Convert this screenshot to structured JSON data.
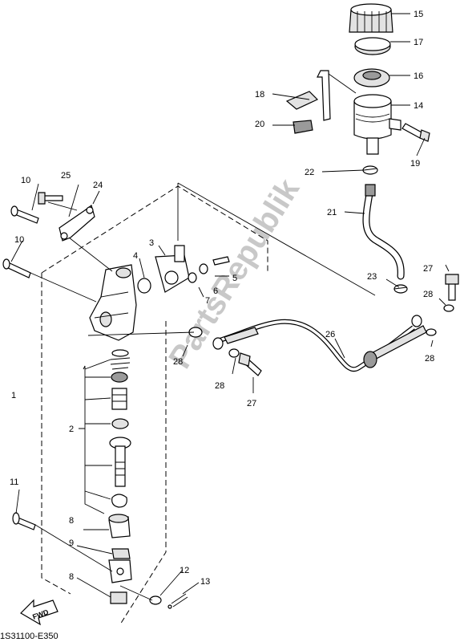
{
  "diagram": {
    "code": "1S31100-E350",
    "fwd_label": "FWD",
    "watermark": "PartsRepublik",
    "callouts": {
      "c15": "15",
      "c17": "17",
      "c16": "16",
      "c14": "14",
      "c18": "18",
      "c20": "20",
      "c19": "19",
      "c22": "22",
      "c21": "21",
      "c10a": "10",
      "c25": "25",
      "c24": "24",
      "c10b": "10",
      "c3": "3",
      "c4": "4",
      "c5": "5",
      "c6": "6",
      "c7": "7",
      "c27a": "27",
      "c23": "23",
      "c28a": "28",
      "c26": "26",
      "c28b": "28",
      "c28c": "28",
      "c28d": "28",
      "c27b": "27",
      "c1": "1",
      "c2": "2",
      "c11": "11",
      "c8a": "8",
      "c9": "9",
      "c8b": "8",
      "c12": "12",
      "c13": "13"
    }
  }
}
